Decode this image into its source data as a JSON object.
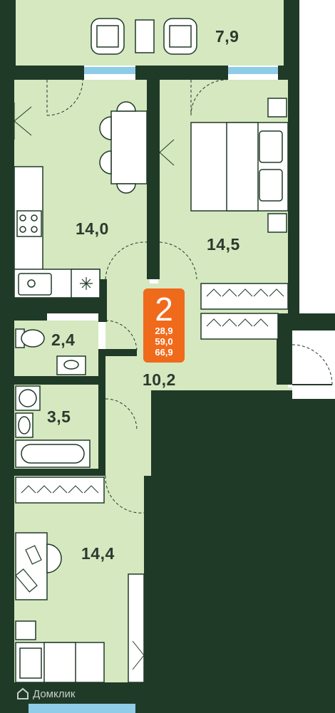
{
  "apartment": {
    "rooms": "2",
    "living_area": "28,9",
    "total_area": "59,0",
    "total_with_balcony": "66,9"
  },
  "areas": {
    "loggia": "7,9",
    "kitchen": "14,0",
    "bedroom": "14,5",
    "toilet": "2,4",
    "hall": "10,2",
    "bathroom": "3,5",
    "living_room": "14,4"
  },
  "watermark": "Домклик",
  "colors": {
    "wall": "#203a28",
    "floor": "#d5e8c0",
    "window": "#8fcce8",
    "furniture": "#ffffff",
    "badge": "#f06a1c"
  },
  "icons": [
    "snowflake-icon",
    "domclick-logo-icon"
  ]
}
